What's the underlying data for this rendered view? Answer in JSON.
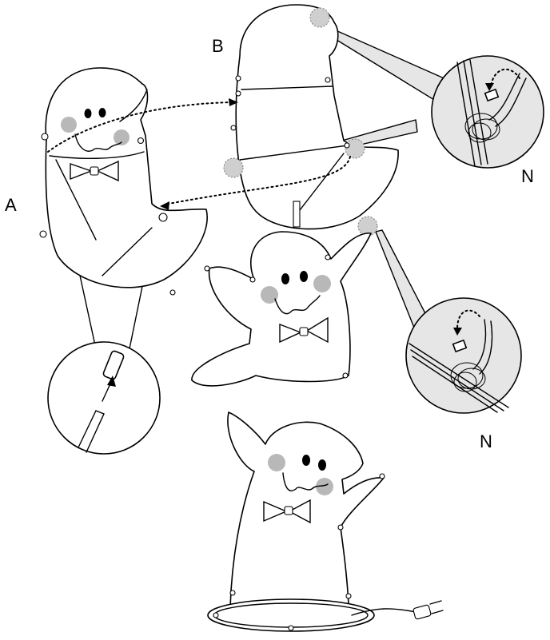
{
  "labels": {
    "a": "A",
    "b": "B",
    "n_top": "N",
    "n_bottom": "N"
  }
}
